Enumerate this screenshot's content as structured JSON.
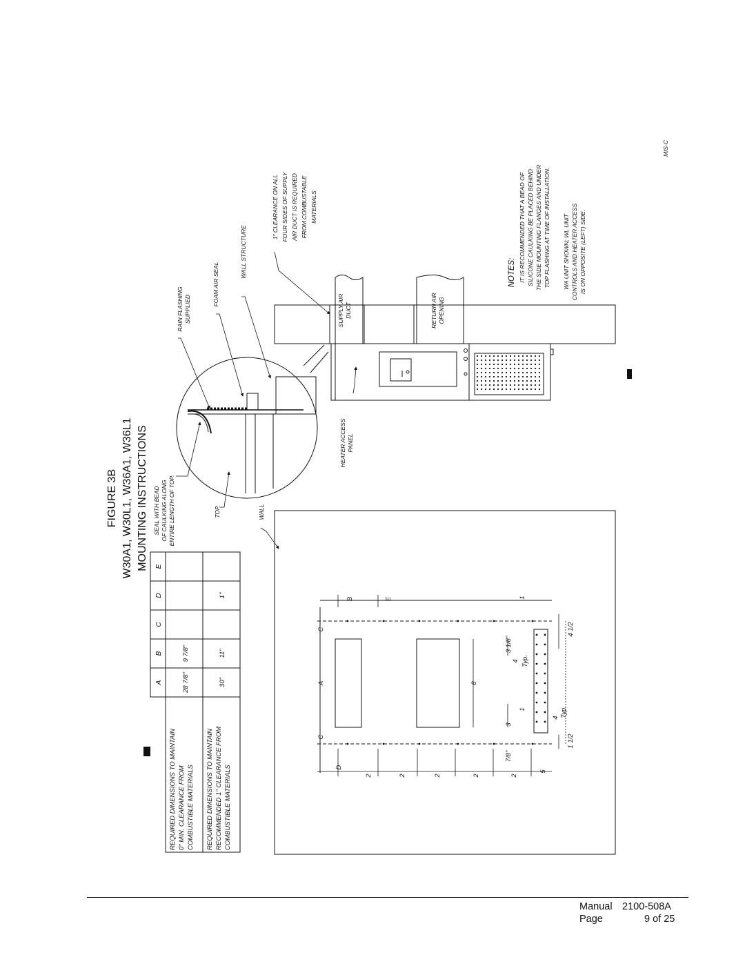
{
  "figure": {
    "label": "FIGURE 3B",
    "models": "W30A1, W30L1, W36A1, W36L1",
    "subtitle": "MOUNTING INSTRUCTIONS"
  },
  "table": {
    "columns": [
      "A",
      "B",
      "C",
      "D",
      "E"
    ],
    "rows": [
      {
        "label_lines": [
          "REQUIRED DIMENSIONS TO MAINTAIN",
          "0\" MIN. CLEARANCE FROM",
          "COMBUSTIBLE MATERIALS"
        ],
        "cells": [
          "28 7/8\"",
          "9 7/8\"",
          "",
          "",
          ""
        ]
      },
      {
        "label_lines": [
          "REQUIRED DIMENSIONS TO MAINTAIN",
          "RECOMMENDED 1\" CLEARANCE FROM",
          "COMBUSTIBLE MATERIALS"
        ],
        "cells": [
          "30\"",
          "11\"",
          "",
          "1\"",
          ""
        ]
      }
    ]
  },
  "detail_labels": {
    "seal": [
      "SEAL WITH BEAD",
      "OF CAULKING ALONG",
      "ENTIRE LENGTH OF TOP."
    ],
    "top": "TOP",
    "wall": "WALL",
    "rain_flashing": [
      "RAIN FLASHING",
      "SUPPLIED"
    ],
    "foam_air_seal": "FOAM AIR SEAL",
    "wall_structure": "WALL STRUCTURE",
    "clearance_note": [
      "1\" CLEARANCE ON ALL",
      "FOUR SIDES OF SUPPLY",
      "AIR DUCT IS REQUIRED",
      "FROM COMBUSTABLE",
      "MATERIALS"
    ],
    "supply_air_duct": [
      "SUPPLY AIR",
      "DUCT"
    ],
    "return_air_opening": [
      "RETURN AIR",
      "OPENING"
    ],
    "heater_access_panel": [
      "HEATER ACCESS",
      "PANEL"
    ]
  },
  "notes": {
    "title": "NOTES:",
    "note1": [
      "IT IS RECOMMENDED THAT A BEAD OF",
      "SILICONE CAULKING BE PLACED BEHIND",
      "THE SIDE MOUNTING FLANGES AND UNDER",
      "TOP FLASHING AT TIME OF INSTALLATION."
    ],
    "note2": [
      "WA UNIT SHOWN; WL UNIT",
      "CONTROLS AND HEATER ACCESS",
      "IS ON OPPOSITE (LEFT) SIDE."
    ]
  },
  "wall_view": {
    "dim_labels": {
      "A": "A",
      "B": "B",
      "C": "C",
      "D": "D",
      "E": "E",
      "three_eighths": "3 1/8\"",
      "seven_eighths": "7/8\"",
      "four_half_top": "4 1/2",
      "four_half_bottom": "1 1/2",
      "typ": "Typ.",
      "five": "5",
      "one_a": "1",
      "one_b": "1",
      "three": "3",
      "four_a": "4",
      "four_b": "4",
      "eight": "8",
      "two": "2"
    }
  },
  "drawing_code": "MIS-C",
  "footer": {
    "manual_label": "Manual",
    "manual_number": "2100-508A",
    "page_label": "Page",
    "page_number": "9 of 25"
  }
}
